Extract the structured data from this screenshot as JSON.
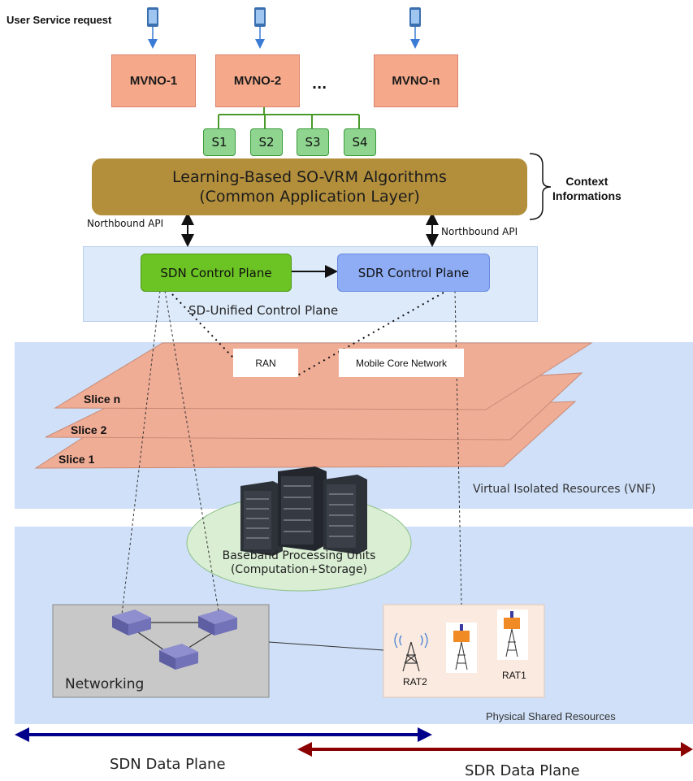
{
  "header": {
    "user_service_request": "User Service request"
  },
  "mvnos": [
    "MVNO-1",
    "MVNO-2",
    "...",
    "MVNO-n"
  ],
  "services": [
    "S1",
    "S2",
    "S3",
    "S4"
  ],
  "algorithm": {
    "line1": "Learning-Based SO-VRM Algorithms",
    "line2": "(Common Application Layer)"
  },
  "context": {
    "line1": "Context",
    "line2": "Informations"
  },
  "northbound": {
    "left": "Northbound API",
    "right": "Northbound API"
  },
  "control": {
    "sdn": "SDN Control Plane",
    "sdr": "SDR Control Plane",
    "unified": "SD-Unified Control Plane"
  },
  "virtual": {
    "ran": "RAN",
    "core": "Mobile Core Network",
    "slices": [
      "Slice n",
      "Slice 2",
      "Slice 1"
    ],
    "label": "Virtual Isolated Resources (VNF)"
  },
  "baseband": {
    "line1": "Baseband Processing Units",
    "line2": "(Computation+Storage)"
  },
  "physical": {
    "networking": "Networking",
    "rat2": "RAT2",
    "rat1": "RAT1",
    "label": "Physical Shared Resources"
  },
  "data_planes": {
    "sdn": "SDN Data Plane",
    "sdr": "SDR Data Plane"
  },
  "colors": {
    "band": "#cfe0f8",
    "mvno": "#f5a98a",
    "service": "#8fd48f",
    "algorithm": "#b38f3c",
    "sdn_control": "#6cc424",
    "sdr_control": "#8fadf5",
    "slice": "#f0ad96",
    "baseband": "#d9eed3",
    "networking": "#c8c8c8",
    "rat_box": "#fbeadf",
    "sdn_arrow": "#00008b",
    "sdr_arrow": "#8b0000"
  }
}
